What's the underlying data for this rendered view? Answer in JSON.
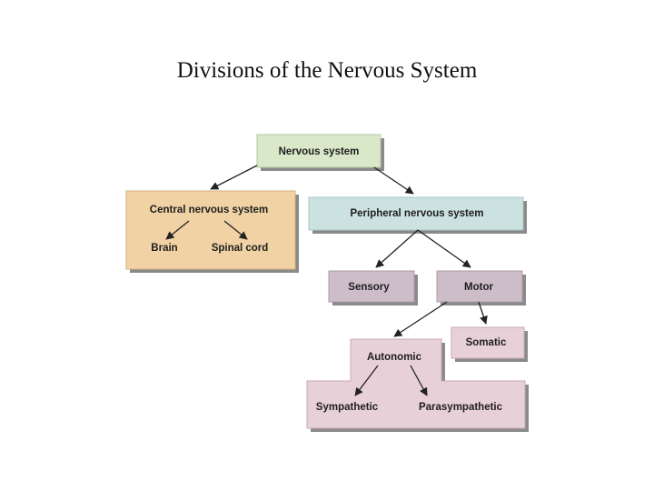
{
  "slide": {
    "title": "Divisions of the Nervous System"
  },
  "diagram": {
    "nodes": {
      "nervous_system": "Nervous system",
      "central_nervous_system": "Central nervous system",
      "brain": "Brain",
      "spinal_cord": "Spinal cord",
      "peripheral_nervous_system": "Peripheral nervous system",
      "sensory": "Sensory",
      "motor": "Motor",
      "somatic": "Somatic",
      "autonomic": "Autonomic",
      "sympathetic": "Sympathetic",
      "parasympathetic": "Parasympathetic"
    },
    "colors": {
      "nervous_system": "#d8e8c8",
      "central": "#f0d2a4",
      "peripheral": "#cce2e0",
      "sensory_motor": "#cdbdc8",
      "autonomic_group": "#e8d0d8",
      "shadow": "#8a8a8a",
      "arrow": "#222222"
    }
  }
}
